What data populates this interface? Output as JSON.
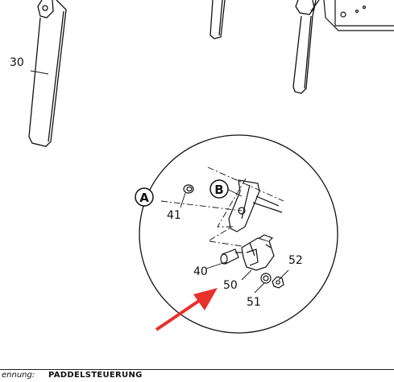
{
  "labels": {
    "part_30": "30",
    "part_41": "41",
    "part_40": "40",
    "part_50": "50",
    "part_51": "51",
    "part_52": "52",
    "detail_a": "A",
    "detail_b": "B"
  },
  "footer": {
    "field_label": "ennung:",
    "field_value": "PADDELSTEUERUNG"
  },
  "colors": {
    "arrow": "#e8312a",
    "line": "#111111"
  }
}
